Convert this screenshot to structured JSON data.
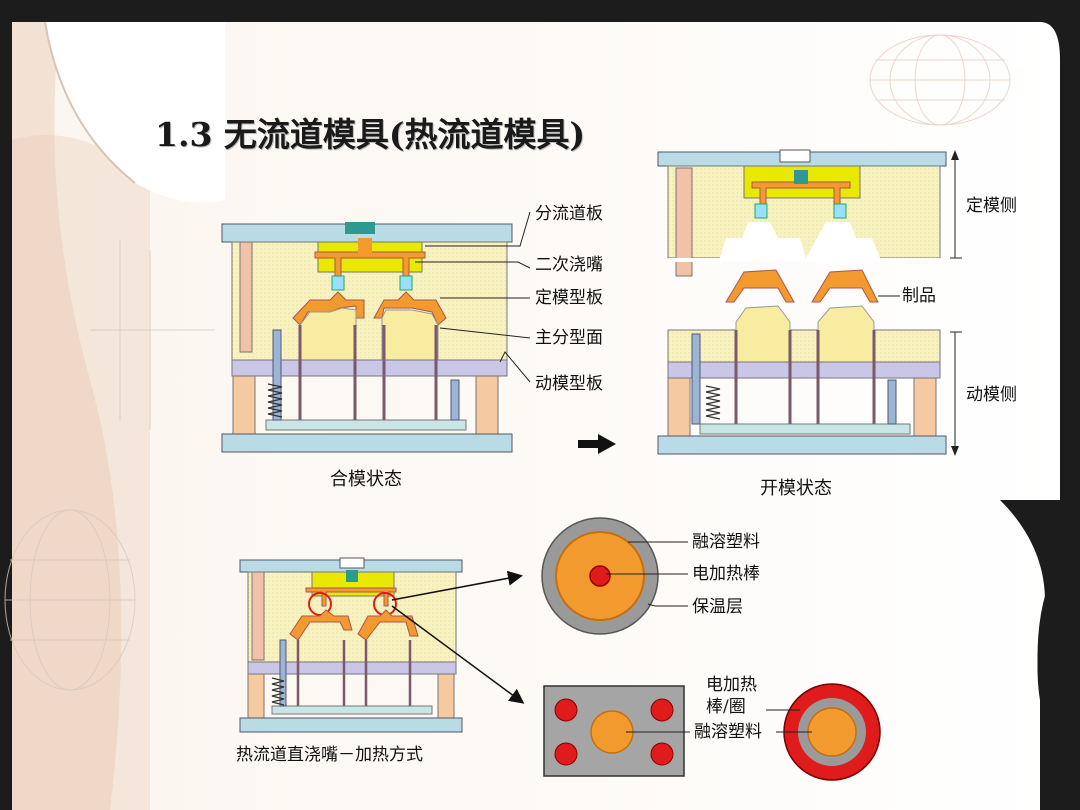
{
  "slide": {
    "title": "1.3 无流道模具(热流道模具)"
  },
  "closed_mold": {
    "caption": "合模状态",
    "callouts": [
      "分流道板",
      "二次浇嘴",
      "定模型板",
      "主分型面",
      "动模型板"
    ]
  },
  "open_mold": {
    "caption": "开模状态",
    "fixed_side": "定模侧",
    "moving_side": "动模侧",
    "product": "制品"
  },
  "hot_runner": {
    "caption": "热流道直浇嘴－加热方式",
    "cross_section_1": {
      "labels": [
        "融溶塑料",
        "电加热棒",
        "保温层"
      ]
    },
    "cross_section_2": {
      "label_heater": "电加热\n棒/圈",
      "label_plastic": "融溶塑料"
    }
  },
  "colors": {
    "plate_blue": "#b9dbe6",
    "mold_yellow": "#f7f0b8",
    "manifold_yellow": "#e8e800",
    "runner_orange": "#f29a2e",
    "heater_red": "#e01b1b",
    "insulation_gray": "#9a9a9a"
  }
}
